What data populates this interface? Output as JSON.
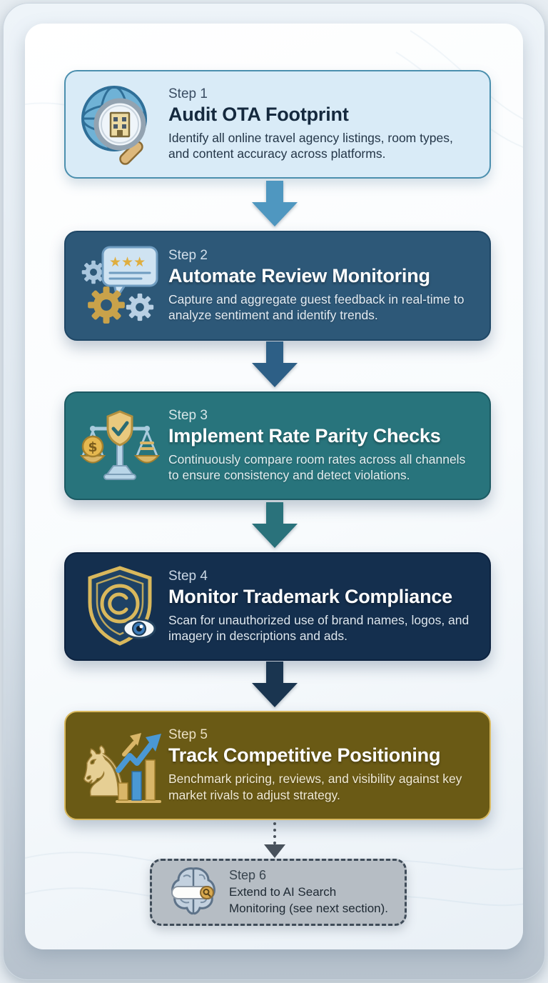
{
  "infographic": {
    "steps": [
      {
        "label": "Step 1",
        "title": "Audit OTA Footprint",
        "description": "Identify all online travel agency listings, room types, and content accuracy across platforms.",
        "icon": "globe-magnifier-icon",
        "bg": "#d9ebf7",
        "border": "#4b8fae",
        "label_color": "#3a4d63",
        "title_color": "#15293e",
        "desc_color": "#243648"
      },
      {
        "label": "Step 2",
        "title": "Automate Review Monitoring",
        "description": "Capture and aggregate guest feedback in real-time to analyze sentiment and identify trends.",
        "icon": "review-stars-gears-icon",
        "bg": "#2d5878",
        "border": "#1f4766",
        "label_color": "#d2dfeb",
        "title_color": "#ffffff",
        "desc_color": "#e4ecf3"
      },
      {
        "label": "Step 3",
        "title": "Implement Rate Parity Checks",
        "description": "Continuously compare room rates across all channels to ensure consistency and detect violations.",
        "icon": "balance-scale-icon",
        "bg": "#28747c",
        "border": "#1c5a63",
        "label_color": "#d6e6e8",
        "title_color": "#ffffff",
        "desc_color": "#e3eef0"
      },
      {
        "label": "Step 4",
        "title": "Monitor Trademark Compliance",
        "description": "Scan for unauthorized use of brand names, logos, and imagery in descriptions and ads.",
        "icon": "shield-copyright-eye-icon",
        "bg": "#142f4e",
        "border": "#0d2340",
        "label_color": "#c9d6e4",
        "title_color": "#ffffff",
        "desc_color": "#dde7f0"
      },
      {
        "label": "Step 5",
        "title": "Track Competitive Positioning",
        "description": "Benchmark pricing, reviews, and visibility against key market rivals to adjust strategy.",
        "icon": "chess-knight-chart-icon",
        "bg": "#6a5a15",
        "border": "#d9b95e",
        "label_color": "#eadfc2",
        "title_color": "#ffffff",
        "desc_color": "#f0e9d4"
      },
      {
        "label": "Step 6",
        "title": "",
        "description": "Extend to AI Search Monitoring (see next section).",
        "icon": "brain-search-icon",
        "bg": "#b6bdc4",
        "border": "#3f4c59",
        "label_color": "#39454f",
        "title_color": "#1e2933",
        "desc_color": "#1e2933"
      }
    ],
    "arrow_colors": [
      "#4f97c0",
      "#2d5f86",
      "#2a727b",
      "#1a3550"
    ],
    "connector": {
      "color": "#49525c",
      "style": "dotted"
    }
  }
}
